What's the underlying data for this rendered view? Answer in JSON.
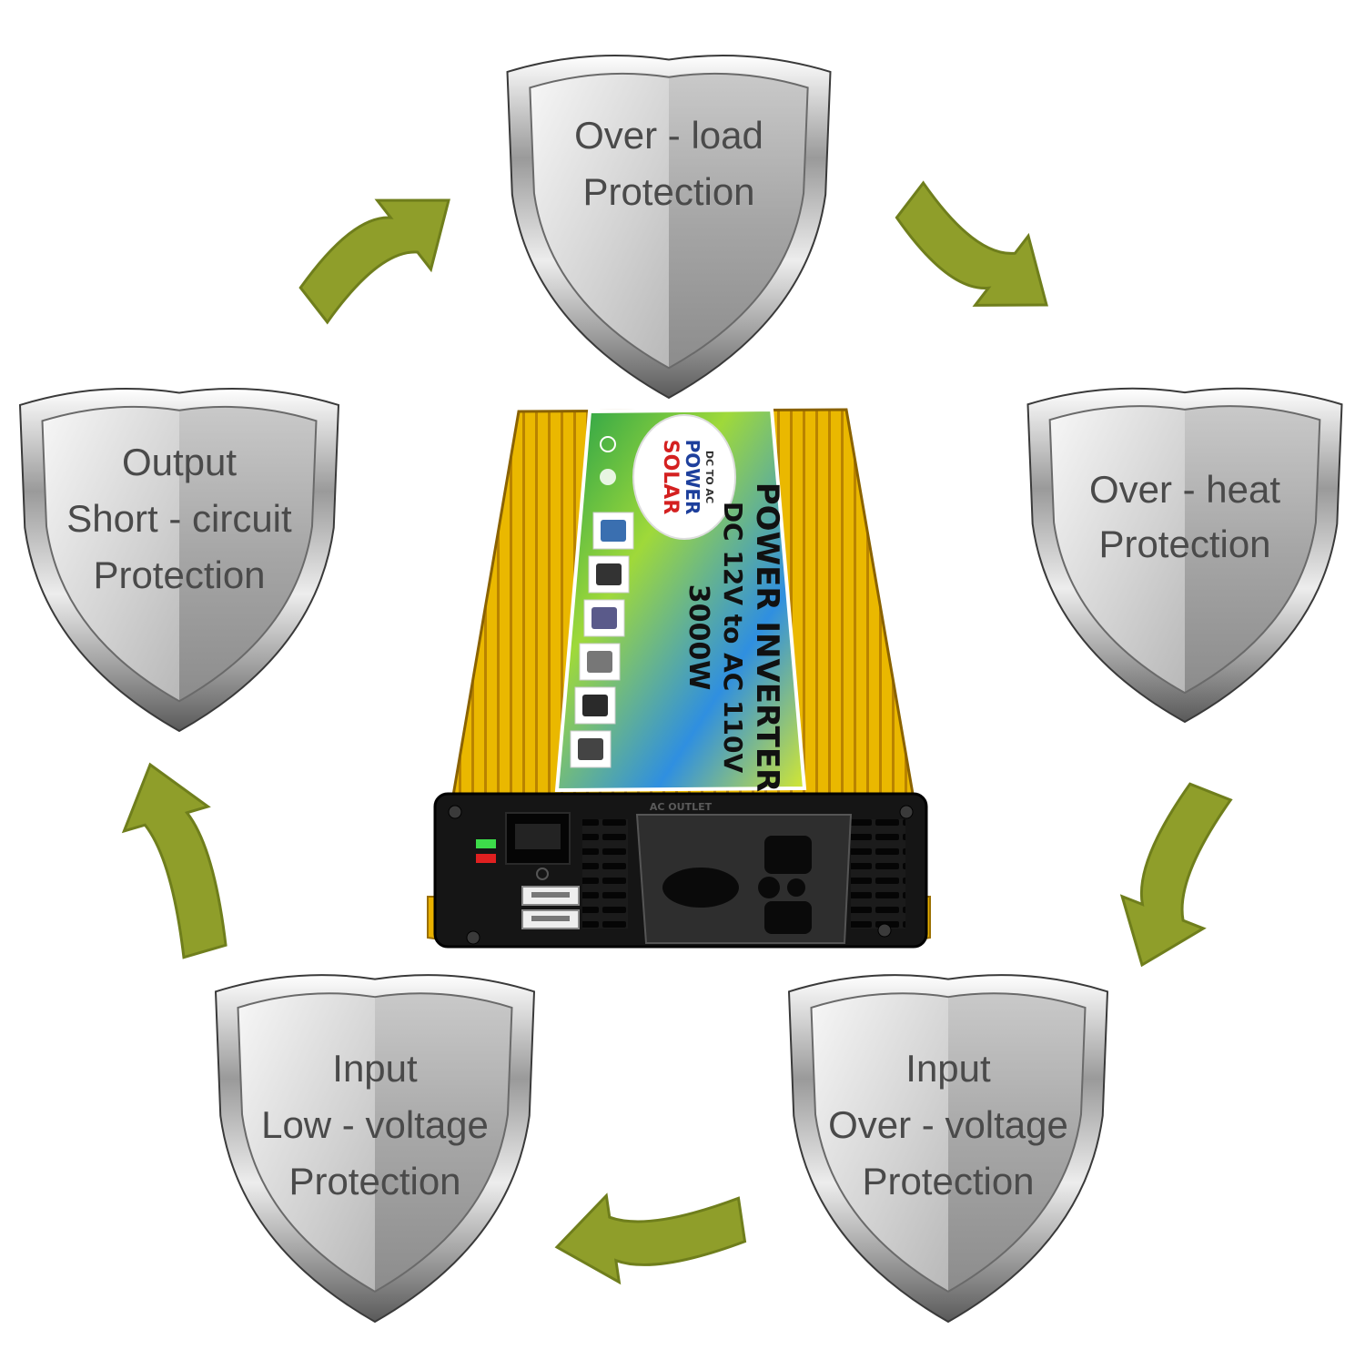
{
  "colors": {
    "arrow": "#8f9e2a",
    "arrow_dark": "#6f7e1c",
    "chrome_light": "#f4f4f4",
    "chrome_dark": "#555555",
    "label": "#4a4a4a",
    "inverter_body": "#e9b100"
  },
  "shields": [
    {
      "id": "overload",
      "lines": [
        "Over - load",
        "Protection"
      ]
    },
    {
      "id": "overheat",
      "lines": [
        "Over - heat",
        "Protection"
      ]
    },
    {
      "id": "input-overvoltage",
      "lines": [
        "Input",
        "Over - voltage",
        "Protection"
      ]
    },
    {
      "id": "input-lowvoltage",
      "lines": [
        "Input",
        "Low - voltage",
        "Protection"
      ]
    },
    {
      "id": "output-shortcircuit",
      "lines": [
        "Output",
        "Short - circuit",
        "Protection"
      ]
    }
  ],
  "inverter": {
    "brand_top": "SOLAR",
    "brand_bottom": "POWER",
    "brand_tag": "DC TO AC",
    "title": "POWER INVERTER",
    "spec": "DC 12V to AC 110V",
    "wattage": "3000W",
    "outlet_label": "AC OUTLET"
  }
}
